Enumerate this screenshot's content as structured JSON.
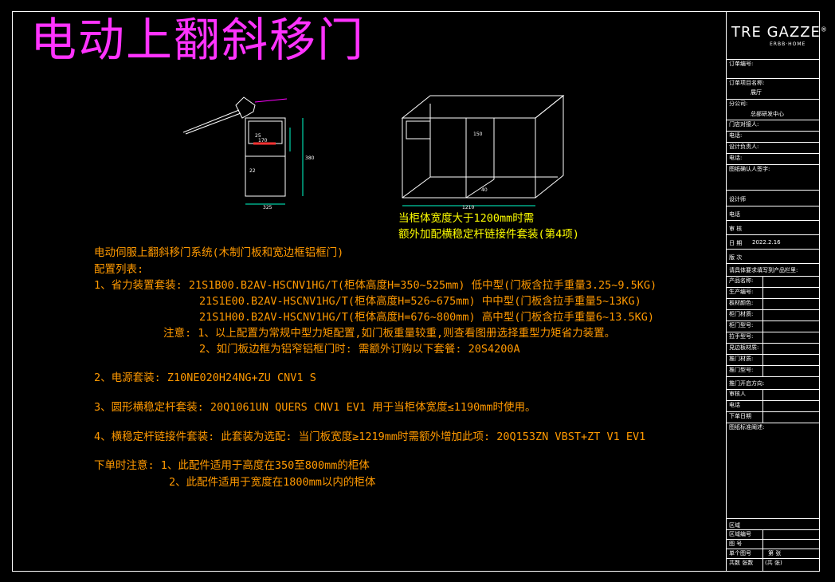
{
  "title": "电动上翻斜移门",
  "note_wide": [
    "当柜体宽度大于1200mm时需",
    "额外加配横稳定杆链接件套装(第4项)"
  ],
  "dims": {
    "left_depth": "325",
    "left_width": "380",
    "left_label1": "25",
    "left_label2": "170",
    "left_small": "22",
    "right_width": "1210",
    "right_small": "150",
    "right_small2": "40"
  },
  "spec": {
    "heading": "电动伺服上翻斜移门系统(木制门板和宽边框铝框门)",
    "list_label": "配置列表:",
    "l1": "1、省力装置套装: 21S1B00.B2AV-HSCNV1HG/T(柜体高度H=350~525mm) 低中型(门板含拉手重量3.25~9.5KG)",
    "l2": "21S1E00.B2AV-HSCNV1HG/T(柜体高度H=526~675mm) 中中型(门板含拉手重量5~13KG)",
    "l3": "21S1H00.B2AV-HSCNV1HG/T(柜体高度H=676~800mm) 高中型(门板含拉手重量6~13.5KG)",
    "n1": "注意: 1、以上配置为常规中型力矩配置,如门板重量较重,则查看图册选择重型力矩省力装置。",
    "n2": "2、如门板边框为铝窄铝框门时: 需额外订购以下套餐: 20S4200A",
    "l4": "2、电源套装: Z10NE020H24NG+ZU CNV1 S",
    "l5": "3、圆形横稳定杆套装: 20Q1061UN QUERS CNV1 EV1 用于当柜体宽度≤1190mm时使用。",
    "l6": "4、横稳定杆链接件套装: 此套装为选配: 当门板宽度≥1219mm时需额外增加此项: 20Q153ZN VBST+ZT V1 EV1",
    "l7": "下单时注意: 1、此配件适用于高度在350至800mm的柜体",
    "l8": "2、此配件适用于宽度在1800mm以内的柜体"
  },
  "logo": {
    "name": "TRE GAZZE",
    "reg": "®",
    "sub": "ERBB·HOME"
  },
  "titleblock": {
    "order_no": "订单编号:",
    "project": "订单项目名称:",
    "project_val": "展厅",
    "branch": "分公司:",
    "branch_val": "总部研发中心",
    "store": "门店对接人:",
    "tel1": "电话:",
    "design_lead": "设计负责人:",
    "tel2": "电话:",
    "confirm": "图纸确认人签字:",
    "designer": "设计师",
    "tel3": "电话",
    "review": "审 核",
    "date": "日 期",
    "date_val": "2022.2.16",
    "revision": "版 次",
    "remarks": "请具体要求填写到产品栏里:",
    "f1": "产品名称:",
    "f2": "生产编号:",
    "f3": "板材颜色:",
    "f4": "柜门材质:",
    "f5": "柜门型号:",
    "f6": "拉手型号:",
    "f7": "見边板材质:",
    "f8": "推门材质:",
    "f9": "推门型号:",
    "f10": "推门开启方向:",
    "f11": "审核人",
    "f12": "电话",
    "f13": "下单日期",
    "f14": "图纸标准阐述:",
    "b1": "区域",
    "b2": "区域编号",
    "b3": "图 号",
    "b4": "单个图号",
    "b4v": "第  张",
    "b5": "共数 张数",
    "b5v": "(共  张)"
  }
}
